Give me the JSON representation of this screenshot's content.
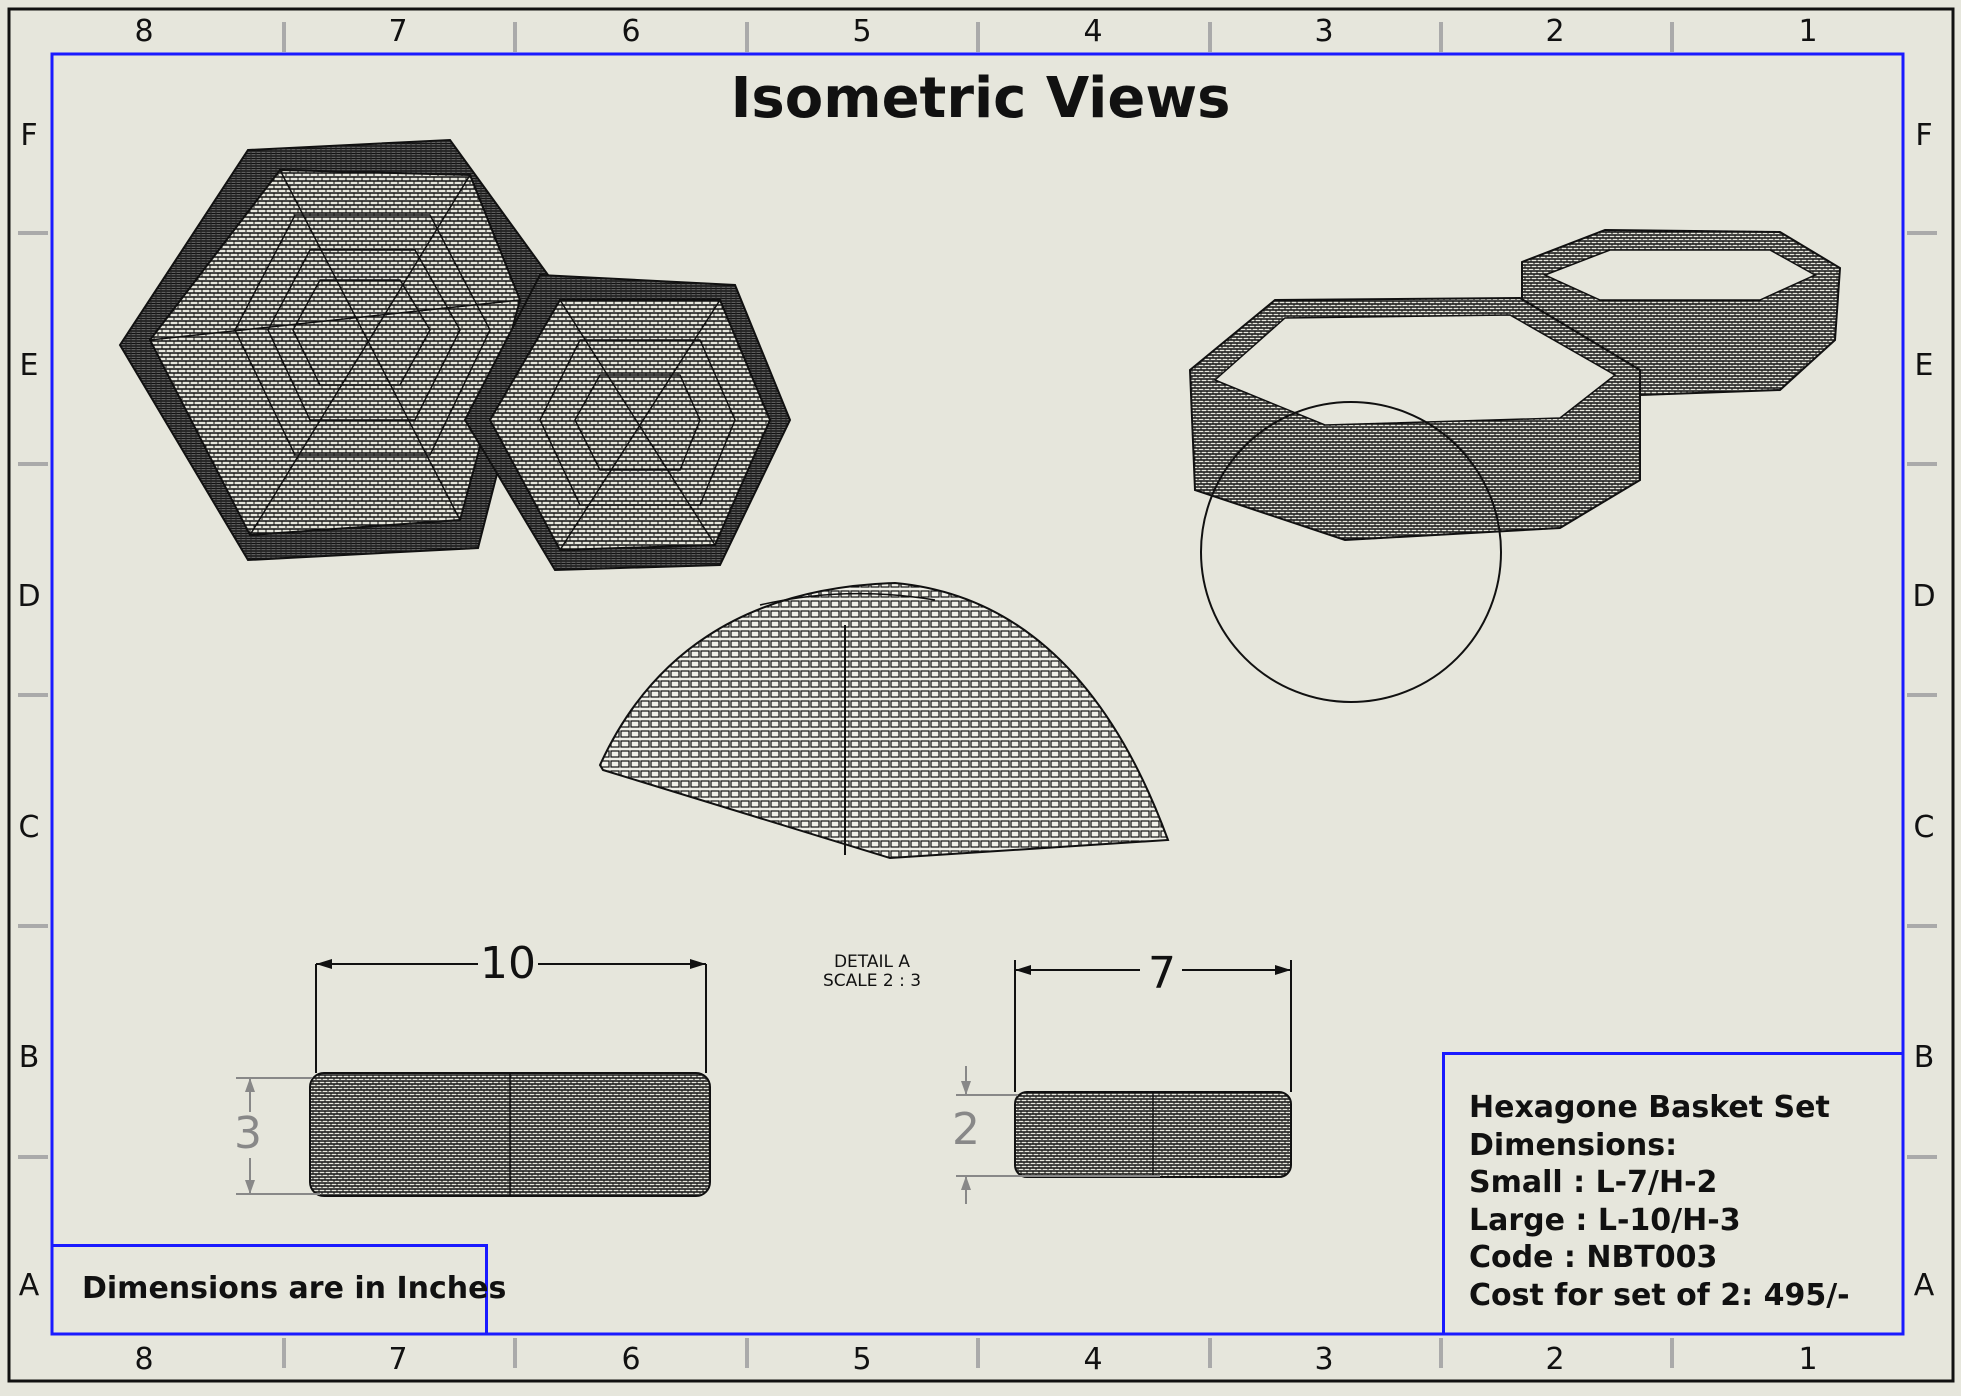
{
  "sheet": {
    "title": "Isometric Views",
    "zones_columns": [
      "8",
      "7",
      "6",
      "5",
      "4",
      "3",
      "2",
      "1"
    ],
    "zones_rows": [
      "F",
      "E",
      "D",
      "C",
      "B",
      "A"
    ],
    "detail_label": {
      "line1": "DETAIL A",
      "line2": "SCALE 2 : 3"
    },
    "note": "Dimensions are in Inches",
    "title_block": {
      "lines": [
        "Hexagone Basket Set",
        "Dimensions:",
        "Small : L-7/H-2",
        "Large : L-10/H-3",
        "Code : NBT003",
        "Cost for set of 2: 495/-"
      ]
    },
    "dimensions": {
      "large_length": "10",
      "large_height": "3",
      "small_length": "7",
      "small_height": "2"
    },
    "colors": {
      "background": "#e6e6dc",
      "border_blue": "#1a1aff",
      "line": "#111111",
      "dim_gray": "#888888"
    }
  }
}
